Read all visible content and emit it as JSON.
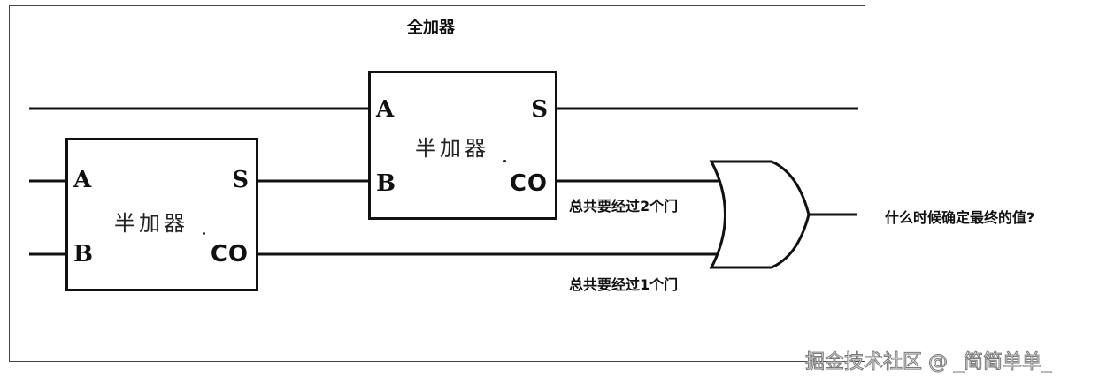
{
  "title": "全加器",
  "half_adder_label": "半加器",
  "pins": {
    "a": "A",
    "b": "B",
    "s": "S",
    "co": "CO"
  },
  "notes": {
    "upper_path": "总共要经过2个门",
    "lower_path": "总共要经过1个门",
    "output_question": "什么时候确定最终的值?"
  },
  "watermark": "掘金技术社区 @ _简简单单_"
}
